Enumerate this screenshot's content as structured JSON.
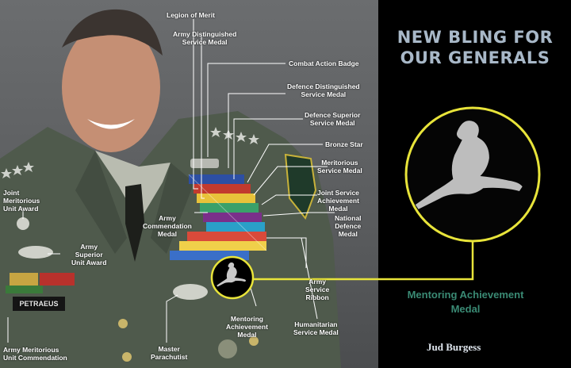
{
  "title": {
    "line1": "NEW BLING FOR",
    "line2": "OUR GENERALS"
  },
  "caption": {
    "line1": "Mentoring Achievement",
    "line2": "Medal"
  },
  "credit": "Jud Burgess",
  "nametag": "PETRAEUS",
  "colors": {
    "highlight": "#e8e43a",
    "uniform": "#4f5a4c",
    "background": "#000000",
    "headline": "#a8b8c8",
    "caption": "#3a8a74"
  },
  "labels": {
    "legion_of_merit": [
      "Legion of Merit"
    ],
    "army_distinguished": [
      "Army Distinguished",
      "Service Medal"
    ],
    "combat_action": [
      "Combat Action Badge"
    ],
    "defence_distinguished": [
      "Defence Distinguished",
      "Service Medal"
    ],
    "defence_superior": [
      "Defence Superior",
      "Service Medal"
    ],
    "bronze_star": [
      "Bronze Star"
    ],
    "meritorious": [
      "Meritorious",
      "Service Medal"
    ],
    "joint_service": [
      "Joint Service",
      "Achievement",
      "Medal"
    ],
    "national_defence": [
      "National",
      "Defence",
      "Medal"
    ],
    "army_service_ribbon": [
      "Army",
      "Service",
      "Ribbon"
    ],
    "humanitarian": [
      "Humanitarian",
      "Service Medal"
    ],
    "mentoring": [
      "Mentoring",
      "Achievement",
      "Medal"
    ],
    "master_parachutist": [
      "Master",
      "Parachutist"
    ],
    "army_commendation": [
      "Army",
      "Commendation",
      "Medal"
    ],
    "joint_meritorious": [
      "Joint",
      "Meritorious",
      "Unit Award"
    ],
    "army_superior": [
      "Army",
      "Superior",
      "Unit Award"
    ],
    "army_meritorious": [
      "Army Meritorious",
      "Unit Commendation"
    ]
  }
}
